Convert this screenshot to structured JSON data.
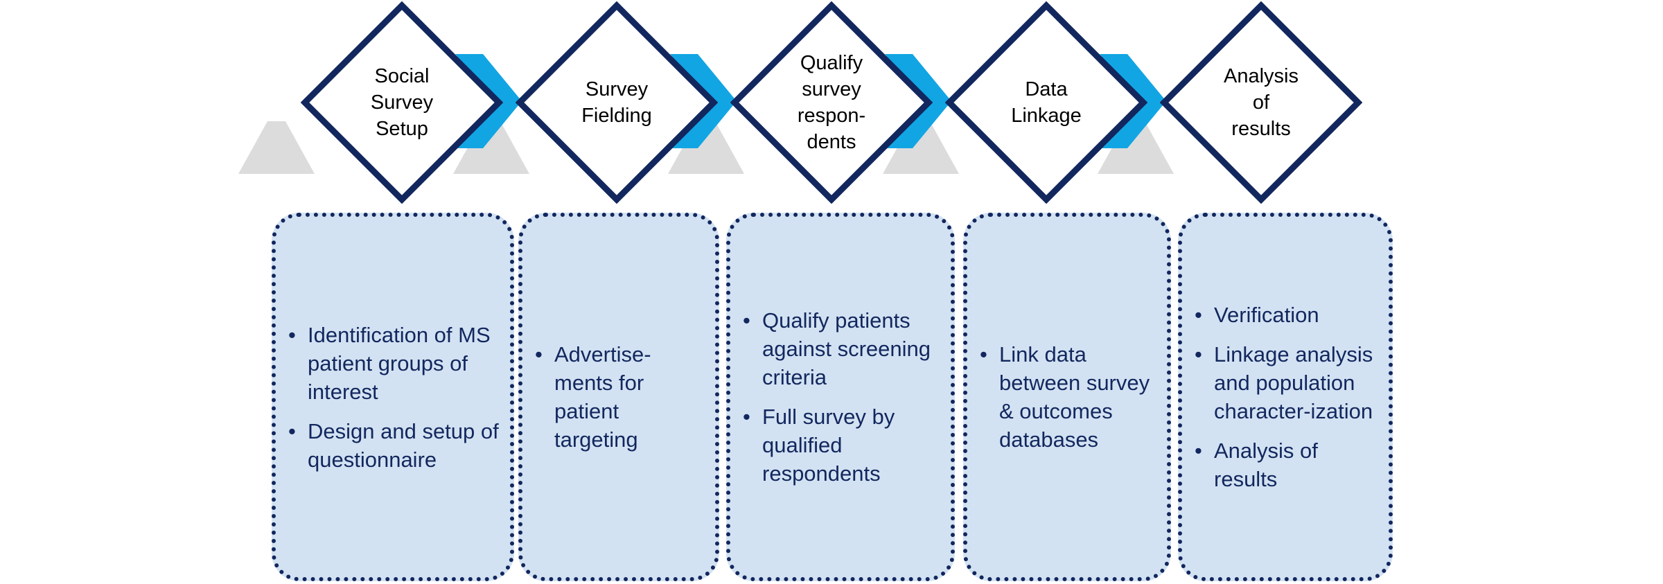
{
  "colors": {
    "diamond_outline": "#12275e",
    "diamond_fill": "#ffffff",
    "chevron": "#12a5e3",
    "card_fill": "#d3e2f2",
    "card_border": "#12275e",
    "card_text": "#12275e",
    "stage_text": "#000000",
    "funnel_fill": "#dcdcdc",
    "background": "#ffffff"
  },
  "diagram": {
    "type": "process-flow",
    "title": "",
    "stage_count": 5,
    "stages": [
      {
        "id": "social-survey-setup",
        "label": "Social\nSurvey\nSetup",
        "bullets": [
          "Identification of MS patient groups of interest",
          "Design and setup of questionnaire"
        ]
      },
      {
        "id": "survey-fielding",
        "label": "Survey\nFielding",
        "bullets": [
          "Advertise-ments for patient targeting"
        ]
      },
      {
        "id": "qualify-survey-respondents",
        "label": "Qualify\nsurvey\nrespon-\ndents",
        "bullets": [
          "Qualify patients against screening criteria",
          "Full survey by qualified respondents"
        ]
      },
      {
        "id": "data-linkage",
        "label": "Data\nLinkage",
        "bullets": [
          "Link data between survey & outcomes databases"
        ]
      },
      {
        "id": "analysis-of-results",
        "label": "Analysis\nof\nresults",
        "bullets": [
          "Verification",
          "Linkage analysis and population character-ization",
          "Analysis of results"
        ]
      }
    ],
    "connectors": {
      "count": 4,
      "icon": "chevron-right-icon"
    }
  }
}
